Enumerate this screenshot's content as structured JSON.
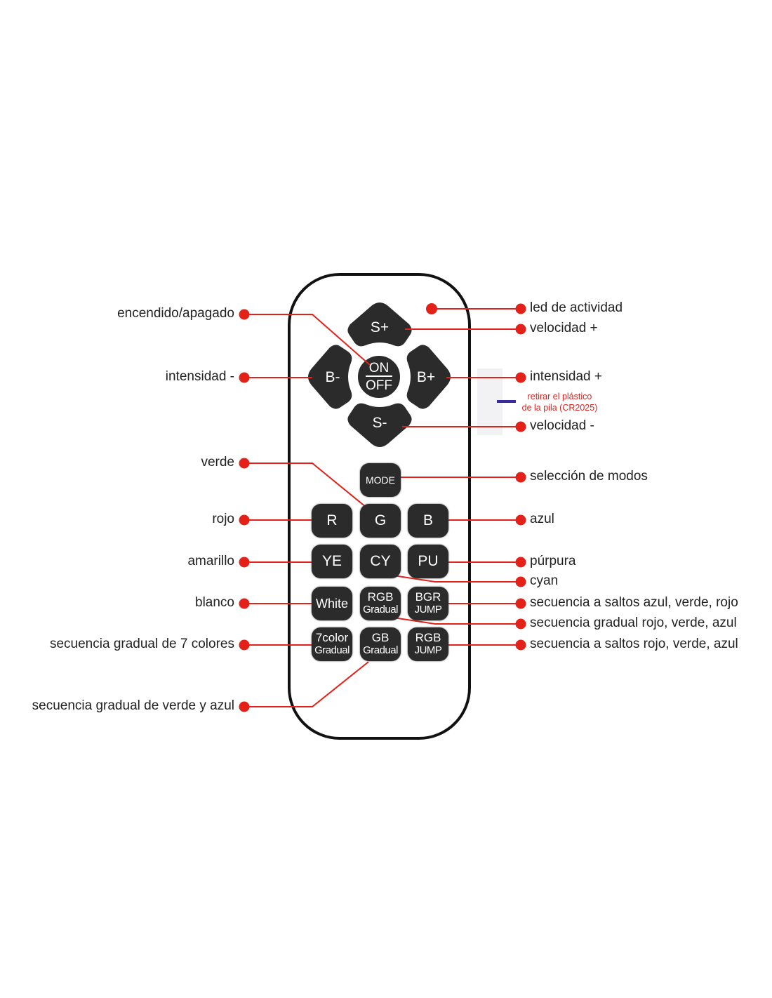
{
  "colors": {
    "line": "#e32119",
    "button": "#2b2b2b",
    "note": "#e02020",
    "tab": "#3a2aa0"
  },
  "dpad": {
    "s_plus": "S+",
    "s_minus": "S-",
    "b_minus": "B-",
    "b_plus": "B+",
    "on": "ON",
    "off": "OFF"
  },
  "buttons": [
    {
      "id": "mode",
      "lines": [
        "MODE"
      ]
    },
    {
      "id": "r",
      "lines": [
        "R"
      ]
    },
    {
      "id": "g",
      "lines": [
        "G"
      ]
    },
    {
      "id": "b",
      "lines": [
        "B"
      ]
    },
    {
      "id": "ye",
      "lines": [
        "YE"
      ]
    },
    {
      "id": "cy",
      "lines": [
        "CY"
      ]
    },
    {
      "id": "pu",
      "lines": [
        "PU"
      ]
    },
    {
      "id": "white",
      "lines": [
        "White"
      ]
    },
    {
      "id": "rgb-gradual",
      "lines": [
        "RGB",
        "Gradual"
      ]
    },
    {
      "id": "bgr-jump",
      "lines": [
        "BGR",
        "JUMP"
      ]
    },
    {
      "id": "7color-gradual",
      "lines": [
        "7color",
        "Gradual"
      ]
    },
    {
      "id": "gb-gradual",
      "lines": [
        "GB",
        "Gradual"
      ]
    },
    {
      "id": "rgb-jump",
      "lines": [
        "RGB",
        "JUMP"
      ]
    }
  ],
  "labels_left": [
    "encendido/apagado",
    "intensidad -",
    "verde",
    "rojo",
    "amarillo",
    "blanco",
    "secuencia gradual de 7 colores",
    "secuencia gradual de verde y azul"
  ],
  "labels_right": [
    "led de actividad",
    "velocidad +",
    "intensidad +",
    "velocidad -",
    "selección de modos",
    "azul",
    "púrpura",
    "cyan",
    "secuencia a saltos azul, verde, rojo",
    "secuencia gradual rojo, verde, azul",
    "secuencia a saltos rojo, verde, azul"
  ],
  "battery_note": [
    "retirar el plástico",
    "de la pila (CR2025)"
  ]
}
